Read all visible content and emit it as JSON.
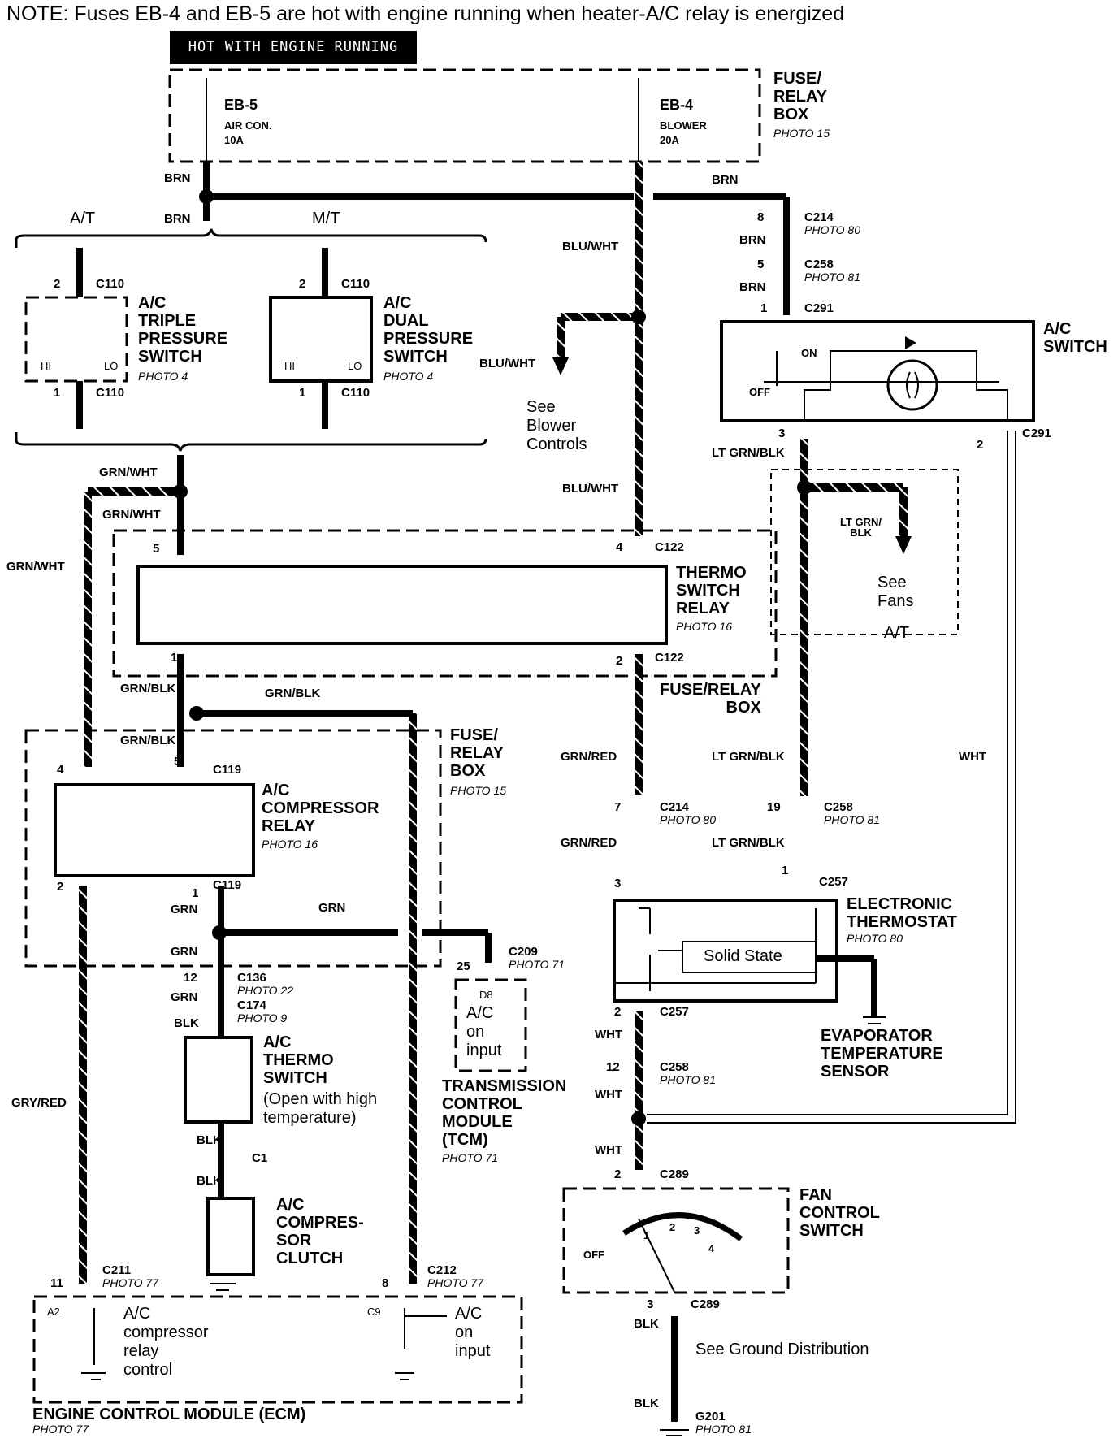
{
  "note": "NOTE: Fuses EB-4 and EB-5 are hot with engine running when heater-A/C relay is energized",
  "hot_label": "HOT WITH ENGINE RUNNING",
  "fuse_box_top": {
    "title": "FUSE/\nRELAY\nBOX",
    "photo": "PHOTO 15",
    "eb5": {
      "id": "EB-5",
      "name": "AIR CON.",
      "rating": "10A"
    },
    "eb4": {
      "id": "EB-4",
      "name": "BLOWER",
      "rating": "20A"
    }
  },
  "wires": {
    "brn": "BRN",
    "blu_wht": "BLU/WHT",
    "grn_wht": "GRN/WHT",
    "grn_blk": "GRN/BLK",
    "grn": "GRN",
    "blk": "BLK",
    "gry_red": "GRY/RED",
    "grn_red": "GRN/RED",
    "lt_grn_blk": "LT GRN/BLK",
    "lt_grn_blk_split": "LT GRN/\nBLK",
    "wht": "WHT"
  },
  "labels": {
    "at": "A/T",
    "mt": "M/T",
    "on": "ON",
    "off": "OFF",
    "hi": "HI",
    "lo": "LO"
  },
  "connectors": {
    "c110": "C110",
    "c214": "C214",
    "c258": "C258",
    "c291": "C291",
    "c122": "C122",
    "c119": "C119",
    "c136": "C136",
    "c174": "C174",
    "c1": "C1",
    "c209": "C209",
    "c211": "C211",
    "c212": "C212",
    "c257": "C257",
    "c289": "C289",
    "g201": "G201"
  },
  "photos": {
    "p4": "PHOTO 4",
    "p9": "PHOTO 9",
    "p15": "PHOTO 15",
    "p16": "PHOTO 16",
    "p22": "PHOTO 22",
    "p71": "PHOTO 71",
    "p77": "PHOTO 77",
    "p80": "PHOTO 80",
    "p81": "PHOTO 81"
  },
  "pins": {
    "p1": "1",
    "p2": "2",
    "p3": "3",
    "p4": "4",
    "p5": "5",
    "p7": "7",
    "p8": "8",
    "p11": "11",
    "p12": "12",
    "p19": "19",
    "p25": "25",
    "a2": "A2",
    "c9": "C9",
    "d8": "D8"
  },
  "components": {
    "triple_switch": "A/C\nTRIPLE\nPRESSURE\nSWITCH",
    "dual_switch": "A/C\nDUAL\nPRESSURE\nSWITCH",
    "ac_switch": "A/C\nSWITCH",
    "thermo_relay": "THERMO\nSWITCH\nRELAY",
    "fuse_box_mid": "FUSE/RELAY\nBOX",
    "fuse_box_left": "FUSE/\nRELAY\nBOX",
    "comp_relay": "A/C\nCOMPRESSOR\nRELAY",
    "thermo_switch": "A/C\nTHERMO\nSWITCH",
    "thermo_note": "(Open with high\ntemperature)",
    "clutch": "A/C\nCOMPRES-\nSOR\nCLUTCH",
    "tcm": "TRANSMISSION\nCONTROL\nMODULE\n(TCM)",
    "tcm_input": "A/C\non\ninput",
    "elec_thermostat": "ELECTRONIC\nTHERMOSTAT",
    "solid_state": "Solid State",
    "evap_sensor": "EVAPORATOR\nTEMPERATURE\nSENSOR",
    "fan_switch": "FAN\nCONTROL\nSWITCH",
    "ecm": "ENGINE CONTROL MODULE (ECM)",
    "ecm_relay": "A/C\ncompressor\nrelay\ncontrol",
    "ecm_input": "A/C\non\ninput"
  },
  "refs": {
    "blower": "See\nBlower\nControls",
    "fans": "See\nFans",
    "ground": "See Ground Distribution"
  },
  "fan_positions": [
    "1",
    "2",
    "3",
    "4"
  ]
}
